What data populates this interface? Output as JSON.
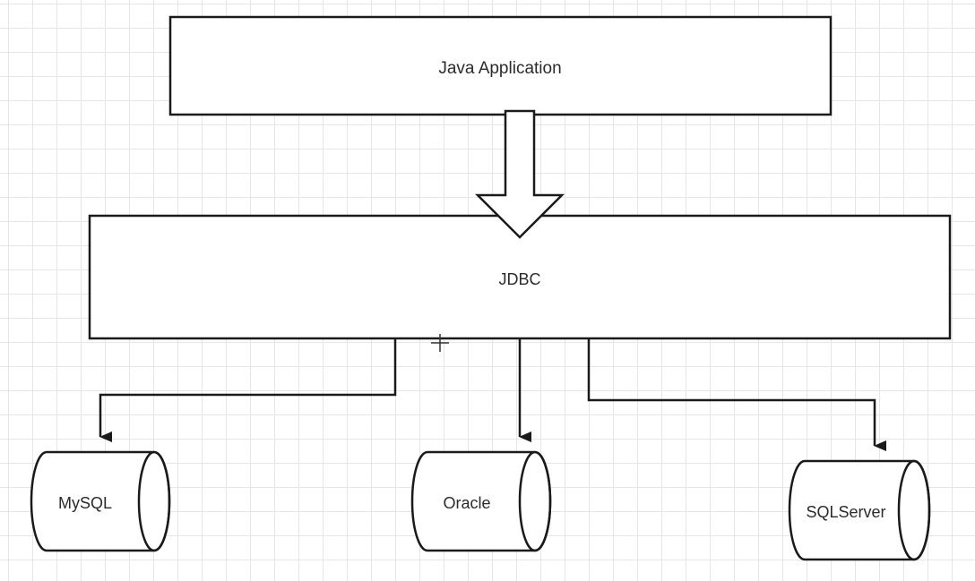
{
  "diagram": {
    "app_label": "Java Application",
    "jdbc_label": "JDBC",
    "databases": [
      {
        "name": "MySQL"
      },
      {
        "name": "Oracle"
      },
      {
        "name": "SQLServer"
      }
    ]
  }
}
